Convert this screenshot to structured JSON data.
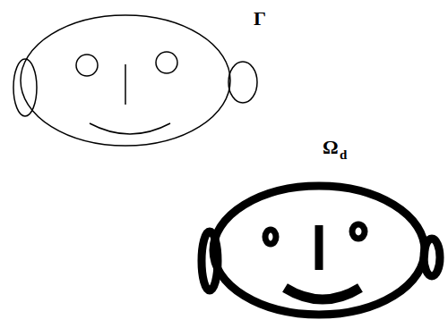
{
  "diagram": {
    "labels": [
      "Γ",
      "Ω",
      "d"
    ]
  }
}
